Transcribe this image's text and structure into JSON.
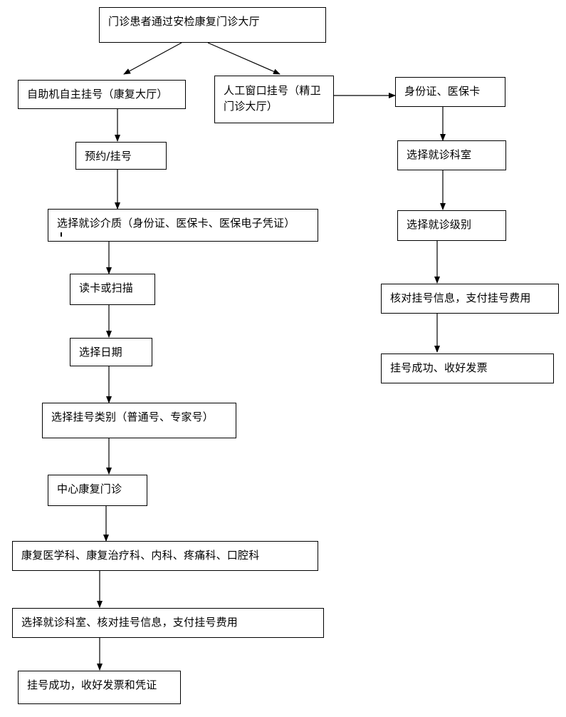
{
  "flowchart": {
    "start": "门诊患者通过安检康复门诊大厅",
    "self_service": {
      "steps": [
        "自助机自主挂号（康复大厅）",
        "预约/挂号",
        "选择就诊介质（身份证、医保卡、医保电子凭证）",
        "读卡或扫描",
        "选择日期",
        "选择挂号类别（普通号、专家号）",
        "中心康复门诊",
        "康复医学科、康复治疗科、内科、疼痛科、口腔科",
        "选择就诊科室、核对挂号信息，支付挂号费用",
        "挂号成功，收好发票和凭证"
      ]
    },
    "manual_window": {
      "entry": "人工窗口挂号（精卫门诊大厅）",
      "steps": [
        "身份证、医保卡",
        "选择就诊科室",
        "选择就诊级别",
        "核对挂号信息，支付挂号费用",
        "挂号成功、收好发票"
      ]
    }
  }
}
